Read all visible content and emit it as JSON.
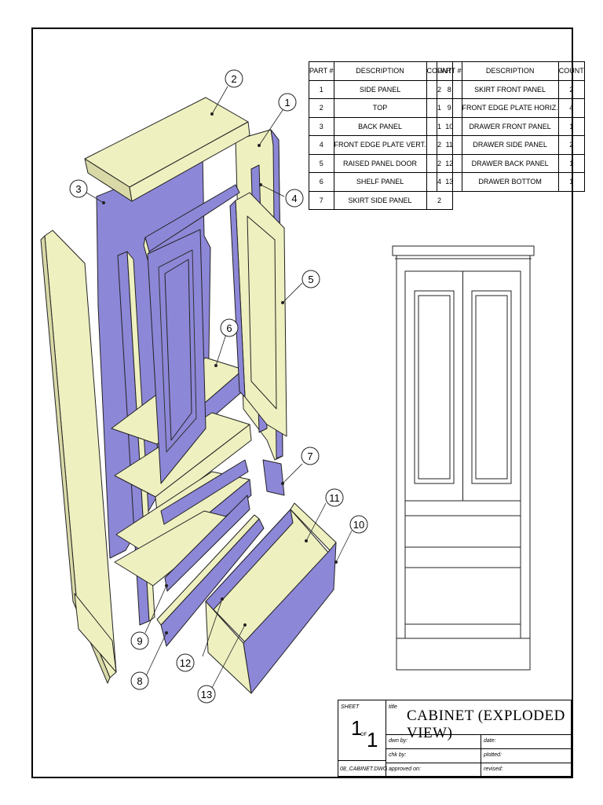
{
  "parts_left": {
    "headers": [
      "PART #",
      "DESCRIPTION",
      "COUNT"
    ],
    "rows": [
      [
        "1",
        "SIDE PANEL",
        "2"
      ],
      [
        "2",
        "TOP",
        "1"
      ],
      [
        "3",
        "BACK PANEL",
        "1"
      ],
      [
        "4",
        "FRONT EDGE PLATE VERT.",
        "2"
      ],
      [
        "5",
        "RAISED PANEL DOOR",
        "2"
      ],
      [
        "6",
        "SHELF PANEL",
        "4"
      ],
      [
        "7",
        "SKIRT SIDE PANEL",
        "2"
      ]
    ]
  },
  "parts_right": {
    "headers": [
      "PART #",
      "DESCRIPTION",
      "COUNT"
    ],
    "rows": [
      [
        "8",
        "SKIRT FRONT PANEL",
        "2"
      ],
      [
        "9",
        "FRONT EDGE PLATE HORIZ.",
        "4"
      ],
      [
        "10",
        "DRAWER FRONT PANEL",
        "1"
      ],
      [
        "11",
        "DRAWER SIDE PANEL",
        "2"
      ],
      [
        "12",
        "DRAWER BACK PANEL",
        "1"
      ],
      [
        "13",
        "DRAWER BOTTOM",
        "1"
      ]
    ]
  },
  "callouts": [
    "1",
    "2",
    "3",
    "4",
    "5",
    "6",
    "7",
    "8",
    "9",
    "10",
    "11",
    "12",
    "13"
  ],
  "title_block": {
    "sheet_label": "SHEET",
    "sheet_num": "1",
    "of_label": "OF",
    "sheet_total": "1",
    "file": "08_CABINET.DWG",
    "title_label": "title",
    "title": "CABINET (EXPLODED VIEW)",
    "drawn_by": "dwn by:",
    "checked_by": "chk by:",
    "approved_on": "approved on:",
    "date": "date:",
    "plotted": "plotted:",
    "revised": "revised:"
  },
  "colors": {
    "panel": "#eef0c0",
    "blue": "#8d87d8",
    "line": "#000000"
  }
}
